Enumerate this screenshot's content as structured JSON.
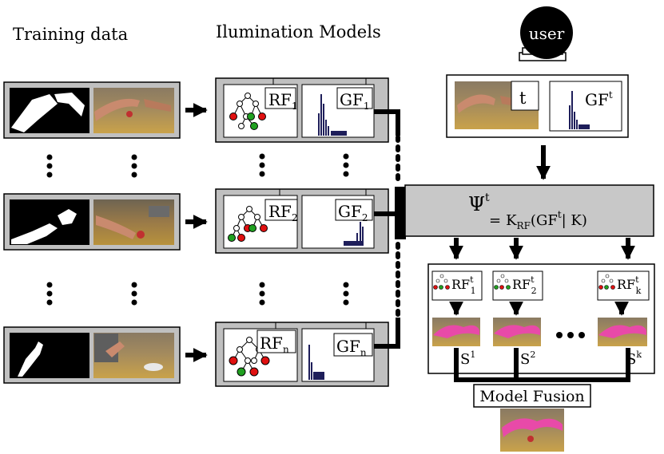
{
  "headings": {
    "training": "Training data",
    "illumination": "Ilumination Models",
    "user": "user"
  },
  "models": [
    {
      "rf_base": "RF",
      "rf_sub": "1",
      "gf_base": "GF",
      "gf_sub": "1"
    },
    {
      "rf_base": "RF",
      "rf_sub": "2",
      "gf_base": "GF",
      "gf_sub": "2"
    },
    {
      "rf_base": "RF",
      "rf_sub": "n",
      "gf_base": "GF",
      "gf_sub": "n"
    }
  ],
  "query": {
    "frame_label": "t",
    "gf_base": "GF",
    "gf_sup": "t"
  },
  "psi": {
    "symbol": "Ψ",
    "sup": "t",
    "eq": "=",
    "k": "K",
    "k_sub": "RF",
    "arg_open": "(GF",
    "arg_sup": "t",
    "arg_close": "| K)"
  },
  "selected": [
    {
      "rf_base": "RF",
      "sup": "t",
      "sub": "1",
      "s_base": "S",
      "s_sub": "1"
    },
    {
      "rf_base": "RF",
      "sup": "t",
      "sub": "2",
      "s_base": "S",
      "s_sub": "2"
    },
    {
      "rf_base": "RF",
      "sup": "t",
      "sub": "k",
      "s_base": "S",
      "s_sub": "k"
    }
  ],
  "fusion": {
    "label": "Model Fusion"
  },
  "colors": {
    "panel": "#c0c0c0",
    "psi_box": "#c8c8c8",
    "mask_bg": "#000000",
    "tree_red": "#e01010",
    "tree_green": "#20a020",
    "histogram": "#1e1e5a",
    "skin_pink": "#e84aa8",
    "table_yellow": "#c9a24a"
  },
  "icons": [
    "arrow-icon",
    "ellipsis-dots-icon",
    "decision-tree-icon",
    "histogram-icon",
    "user-head-icon"
  ]
}
